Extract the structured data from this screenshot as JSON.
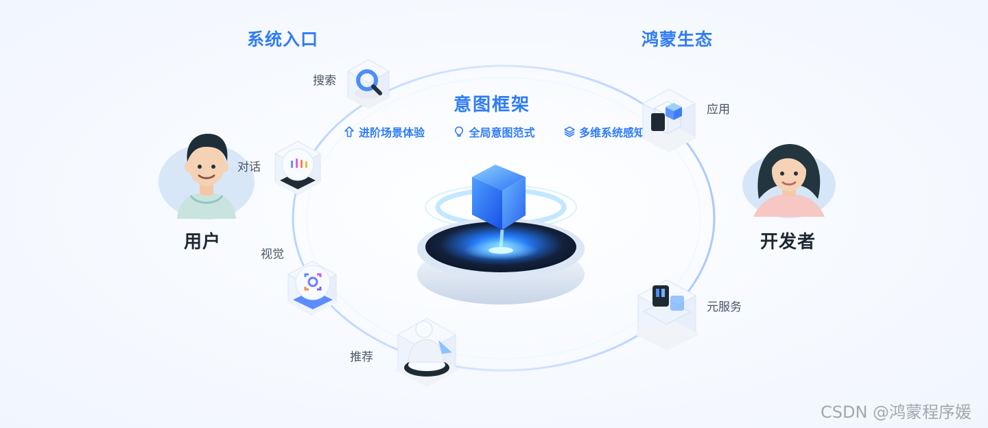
{
  "headings": {
    "system_entry": "系统入口",
    "ecosystem": "鸿蒙生态",
    "framework": "意图框架"
  },
  "features": [
    {
      "label": "进阶场景体验",
      "icon": "arrow-up-icon"
    },
    {
      "label": "全局意图范式",
      "icon": "lightbulb-icon"
    },
    {
      "label": "多维系统感知",
      "icon": "layers-icon"
    }
  ],
  "entry_nodes": [
    {
      "label": "搜索",
      "icon": "search-icon"
    },
    {
      "label": "对话",
      "icon": "chat-icon"
    },
    {
      "label": "视觉",
      "icon": "scan-icon"
    },
    {
      "label": "推荐",
      "icon": "recommend-icon"
    }
  ],
  "ecosystem_nodes": [
    {
      "label": "应用",
      "icon": "app-icon"
    },
    {
      "label": "元服务",
      "icon": "service-card-icon"
    }
  ],
  "actors": {
    "user": "用户",
    "developer": "开发者"
  },
  "watermark": "CSDN @鸿蒙程序媛",
  "colors": {
    "accent": "#2f7cf6",
    "text": "#1d2733",
    "muted": "#4a5565"
  }
}
